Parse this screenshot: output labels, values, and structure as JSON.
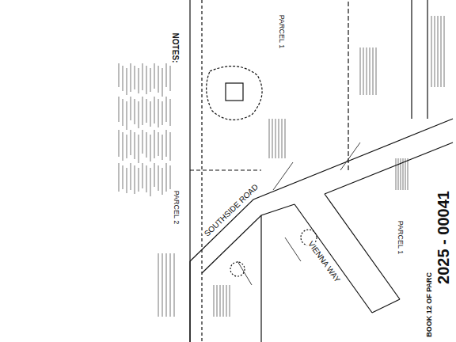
{
  "diagram": {
    "labels": [
      "2025 - 00041",
      "BOOK 12 OF PARC",
      "SOUTHSIDE ROAD",
      "VIENNA WAY",
      "NOTES:",
      "PARCEL 1",
      "PARCEL 2",
      "PARCEL 1"
    ]
  }
}
